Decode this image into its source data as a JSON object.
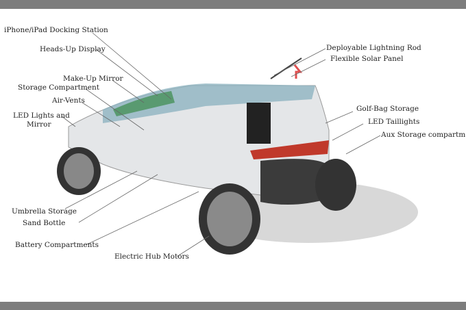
{
  "labels": {
    "iphone": "iPhone/iPad Docking Station",
    "hud": "Heads-Up Display",
    "makeup": "Make-Up Mirror",
    "storage": "Storage Compartment",
    "vents": "Air-Vents",
    "led1": "LED Lights and",
    "led2": "Mirror",
    "umbrella": "Umbrella Storage",
    "sand": "Sand Bottle",
    "battery": "Battery Compartments",
    "hub": "Electric Hub Motors",
    "rod": "Deployable Lightning Rod",
    "solar": "Flexible Solar Panel",
    "golf": "Golf-Bag Storage",
    "tail": "LED Taillights",
    "aux": "Aux Storage compartment"
  }
}
